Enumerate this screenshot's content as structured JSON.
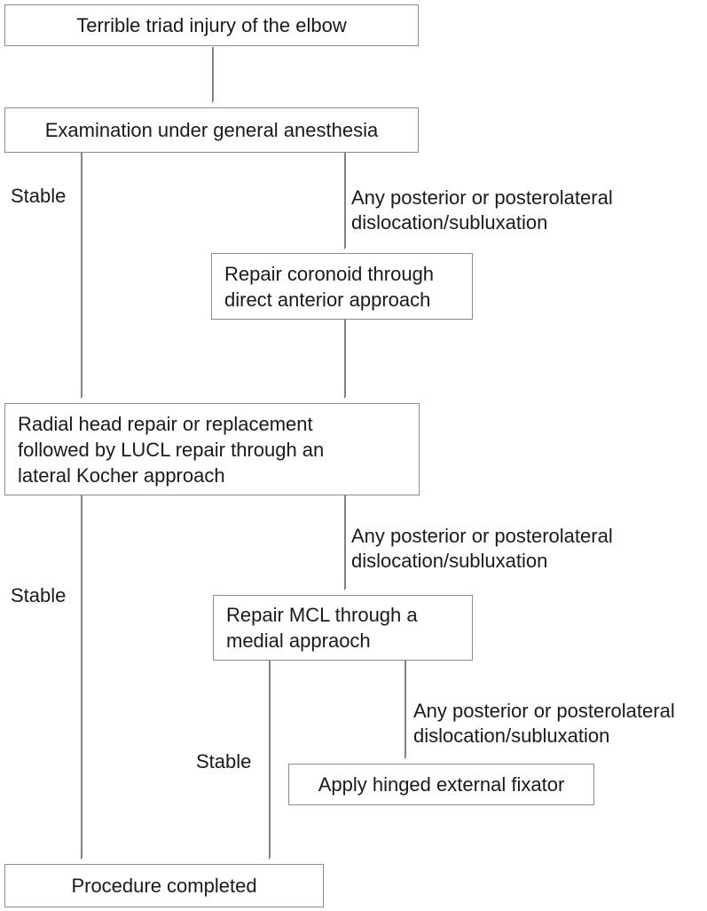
{
  "diagram": {
    "nodes": {
      "start": {
        "label": "Terrible triad injury of the elbow"
      },
      "examination": {
        "label": "Examination under general anesthesia"
      },
      "repair_coronoid": {
        "lines": [
          "Repair coronoid through",
          "direct anterior approach"
        ]
      },
      "radial_head": {
        "lines": [
          "Radial head repair or replacement",
          "followed by LUCL repair through an",
          "lateral Kocher approach"
        ]
      },
      "repair_mcl": {
        "lines": [
          "Repair MCL through a",
          "medial appraoch"
        ]
      },
      "external_fixator": {
        "label": "Apply hinged external fixator"
      },
      "procedure_completed": {
        "label": "Procedure completed"
      }
    },
    "edge_labels": {
      "stable_1": "Stable",
      "stable_2": "Stable",
      "stable_3": "Stable",
      "unstable_1": {
        "lines": [
          "Any posterior or posterolateral",
          "dislocation/subluxation"
        ]
      },
      "unstable_2": {
        "lines": [
          "Any posterior or posterolateral",
          "dislocation/subluxation"
        ]
      },
      "unstable_3": {
        "lines": [
          "Any posterior or posterolateral",
          "dislocation/subluxation"
        ]
      }
    },
    "colors": {
      "box_border": "#8c8c8c",
      "connector": "#3f3f3f",
      "text": "#1a1a1a",
      "background": "#ffffff"
    }
  }
}
